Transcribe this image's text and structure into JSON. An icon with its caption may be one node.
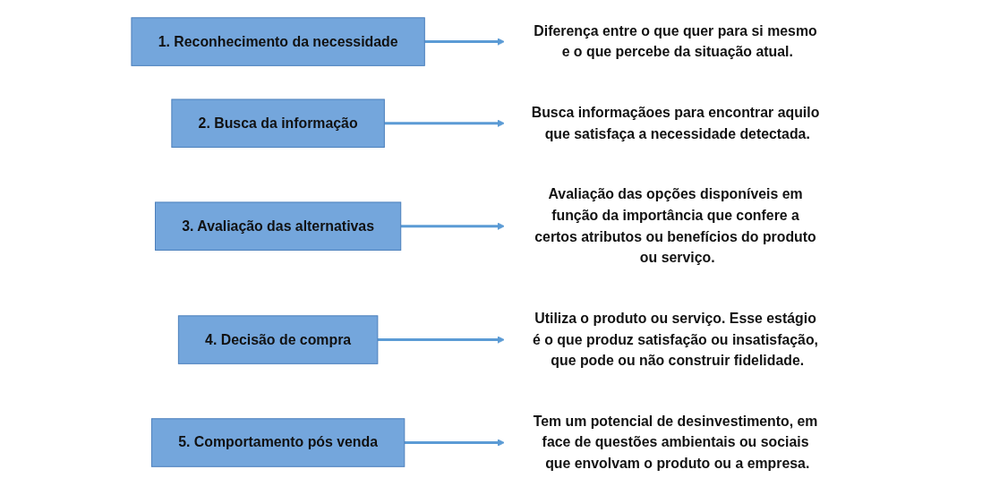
{
  "diagram": {
    "nodes": [
      {
        "text": [
          "1. Reconhecimento da necessidade"
        ]
      },
      {
        "text": [
          "Diferença entre o que quer para si mesmo e o que percebe da situação atual."
        ]
      },
      {
        "text": [
          "2. Busca da informação"
        ]
      },
      {
        "text": [
          "Busca informaçãoes para encontrar aquilo que satisfaça a necessidade detectada."
        ]
      },
      {
        "text": [
          "3. Avaliação das alternativas"
        ]
      },
      {
        "text": [
          "Avaliação das opções disponíveis em função da importância que confere a certos atributos ou benefícios do produto ou serviço."
        ]
      },
      {
        "text": [
          "4. Decisão de compra"
        ]
      },
      {
        "text": [
          "Utiliza o produto ou serviço. Esse estágio é o que produz satisfação ou insatisfação, que pode ou não construir fidelidade."
        ]
      },
      {
        "text": [
          "5. Comportamento pós venda"
        ]
      },
      {
        "text": [
          "Tem um potencial de desinvestimento, em face de questões ambientais ou sociais que envolvam o produto ou a empresa."
        ]
      }
    ],
    "edges": [
      {
        "from": 0,
        "to": 1,
        "arrow": "to"
      },
      {
        "from": 2,
        "to": 3,
        "arrow": "to"
      },
      {
        "from": 4,
        "to": 5,
        "arrow": "to"
      },
      {
        "from": 6,
        "to": 7,
        "arrow": "to"
      },
      {
        "from": 8,
        "to": 9,
        "arrow": "to"
      }
    ]
  }
}
